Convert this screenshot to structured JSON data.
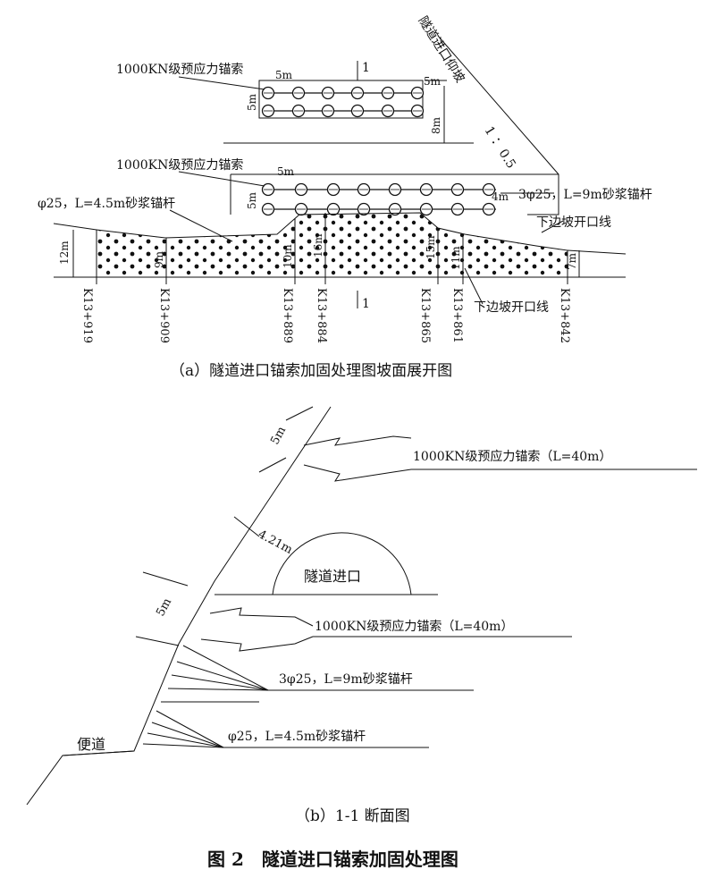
{
  "panel_a": {
    "caption": "（a）隧道进口锚索加固处理图坡面展开图",
    "labels": {
      "anchor_cable_top": "1000KN级预应力锚索",
      "anchor_cable_mid": "1000KN级预应力锚索",
      "slope_label": "隧道进口仰坡",
      "slope_ratio_1": "1",
      "slope_ratio_colon": "：",
      "slope_ratio_2": "0.5",
      "mortar_bolt_small": "φ25，L=4.5m砂浆锚杆",
      "mortar_bolt_large": "3φ25，L=9m砂浆锚杆",
      "lower_slope_line_1": "下边坡开口线",
      "lower_slope_line_2": "下边坡开口线",
      "section_mark_top": "1",
      "section_mark_bottom": "1"
    },
    "dims": {
      "d_5m_top": "5m",
      "d_5m_top_right": "5m",
      "d_5m_top_left": "5m",
      "d_8m": "8m",
      "d_5m_mid": "5m",
      "d_5m_mid_left": "5m",
      "d_4m": "4m",
      "d_12m": "12m",
      "d_9m": "9m",
      "d_10m": "10m",
      "d_16m": "16m",
      "d_15m": "15m",
      "d_11m": "11m",
      "d_7m": "7m"
    },
    "stations": [
      "K13+919",
      "K13+909",
      "K13+889",
      "K13+884",
      "K13+865",
      "K13+861",
      "K13+842"
    ]
  },
  "panel_b": {
    "caption": "（b）1-1 断面图",
    "labels": {
      "anchor_cable_upper": "1000KN级预应力锚索（L=40m）",
      "anchor_cable_lower": "1000KN级预应力锚索（L=40m）",
      "tunnel_entrance": "隧道进口",
      "bolt_large": "3φ25，L=9m砂浆锚杆",
      "bolt_small": "φ25，L=4.5m砂浆锚杆",
      "road": "便道",
      "dim_5m_upper": "5m",
      "dim_421": "4.21m",
      "dim_5m_lower": "5m"
    }
  },
  "figure_title": "图 2　隧道进口锚索加固处理图"
}
